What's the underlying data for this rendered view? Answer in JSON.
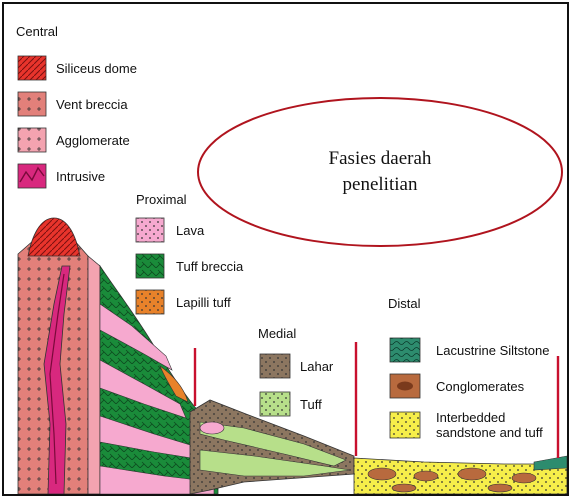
{
  "groups": {
    "central": "Central",
    "proximal": "Proximal",
    "medial": "Medial",
    "distal": "Distal"
  },
  "legend": {
    "siliceus_dome": "Siliceus dome",
    "vent_breccia": "Vent breccia",
    "agglomerate": "Agglomerate",
    "intrusive": "Intrusive",
    "lava": "Lava",
    "tuff_breccia": "Tuff breccia",
    "lapilli_tuff": "Lapilli tuff",
    "lahar": "Lahar",
    "tuff": "Tuff",
    "lacustrine_siltstone": "Lacustrine Siltstone",
    "conglomerates": "Conglomerates",
    "interbedded_line1": "Interbedded",
    "interbedded_line2": "sandstone and tuff"
  },
  "annotation": {
    "line1": "Fasies daerah",
    "line2": "penelitian"
  },
  "colors": {
    "siliceus_dome": "#e8342c",
    "vent_breccia": "#e2807a",
    "agglomerate": "#f3a3b0",
    "intrusive": "#d8287e",
    "lava": "#f6a9cf",
    "tuff_breccia": "#1a8b3a",
    "lapilli_tuff": "#e8822a",
    "lahar": "#8c7660",
    "tuff": "#b7df8a",
    "lacustrine_siltstone": "#2d8c6e",
    "conglomerates": "#b86a3e",
    "interbedded": "#f6ee4a",
    "boundary_line": "#c8102e",
    "ellipse": "#b0141e"
  }
}
